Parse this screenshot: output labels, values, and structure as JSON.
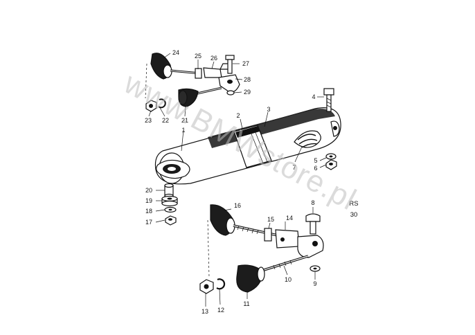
{
  "diagram": {
    "code_line1": "RS",
    "code_line2": "30",
    "watermark": "www.BMWstore.pl",
    "callouts": [
      "1",
      "2",
      "3",
      "4",
      "5",
      "6",
      "7",
      "8",
      "9",
      "10",
      "11",
      "12",
      "13",
      "14",
      "15",
      "16",
      "17",
      "18",
      "19",
      "20",
      "21",
      "22",
      "23",
      "24",
      "25",
      "26",
      "27",
      "28",
      "29"
    ]
  }
}
